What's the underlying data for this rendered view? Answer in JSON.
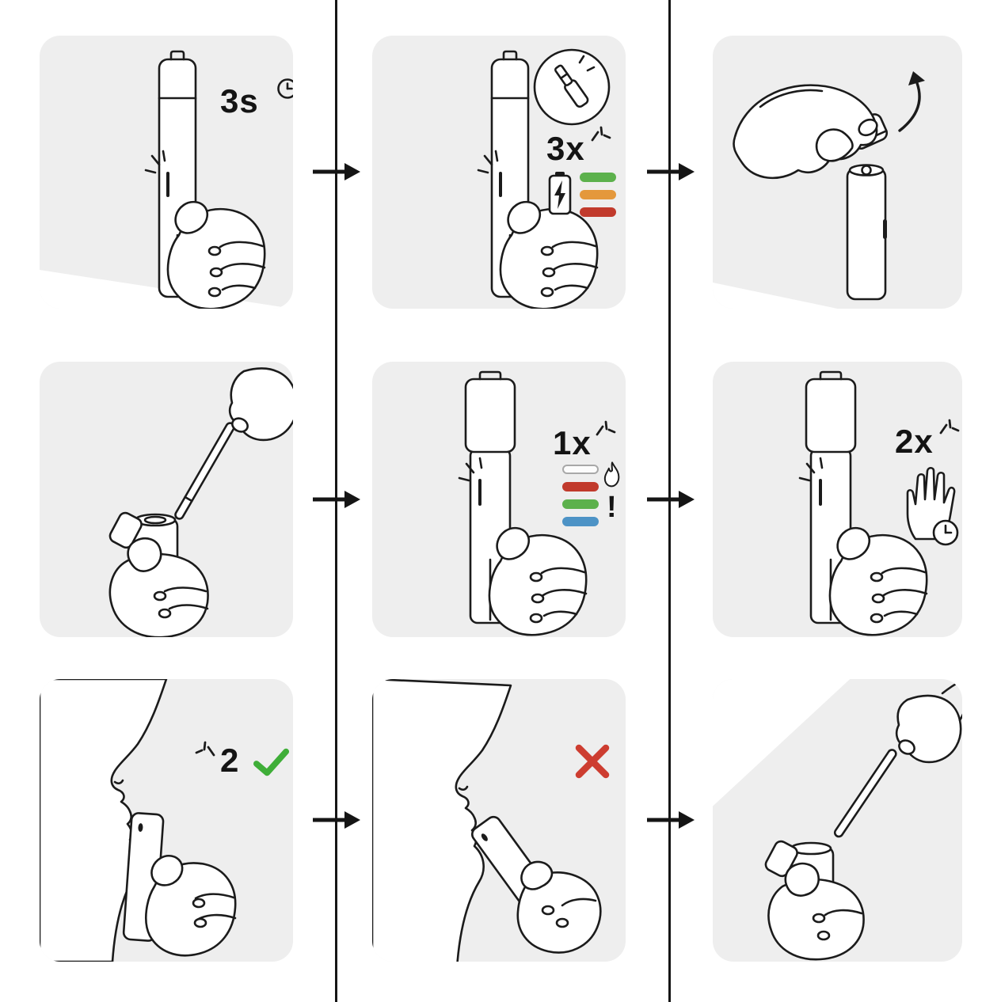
{
  "colors": {
    "panel-bg": "#eeeeee",
    "line": "#1b1b1b",
    "green": "#5cb14c",
    "orange": "#e4983c",
    "red": "#c13a2c",
    "blue": "#4d93c6",
    "check-green": "#3fae38",
    "cross-red": "#cd3d30",
    "white": "#fcfcfc"
  },
  "icons": {
    "clock-icon": "clock face with hands",
    "battery-icon": "battery with lightning bolt",
    "flame-icon": "flame",
    "palm-clock-icon": "open hand with clock (wait)",
    "check-icon": "✓",
    "cross-icon": "✕",
    "blink-burst-icon": "blink / flash burst lines",
    "flow-arrow-icon": "right arrow",
    "curved-arrow-icon": "flip-open motion arrow",
    "magnifier-inset-icon": "close-up circle of device tip with stick"
  },
  "steps": {
    "step1": {
      "name": "press-and-hold-button",
      "duration_label": "3s"
    },
    "step2": {
      "name": "led-blinks-battery-status",
      "blink_label": "3x",
      "battery_bars": [
        "green",
        "orange",
        "red"
      ]
    },
    "step3": {
      "name": "open-top-cap"
    },
    "step4": {
      "name": "insert-stick"
    },
    "step5": {
      "name": "led-blinks-once-heating",
      "blink_label": "1x",
      "status_bars": [
        "white",
        "red",
        "green",
        "blue"
      ],
      "warning_label": "!"
    },
    "step6": {
      "name": "led-blinks-twice-wait",
      "blink_label": "2x"
    },
    "step7": {
      "name": "take-puffs-ok",
      "count_label": "2"
    },
    "step8": {
      "name": "wrong-puff-not-allowed"
    },
    "step9": {
      "name": "remove-used-stick"
    }
  }
}
